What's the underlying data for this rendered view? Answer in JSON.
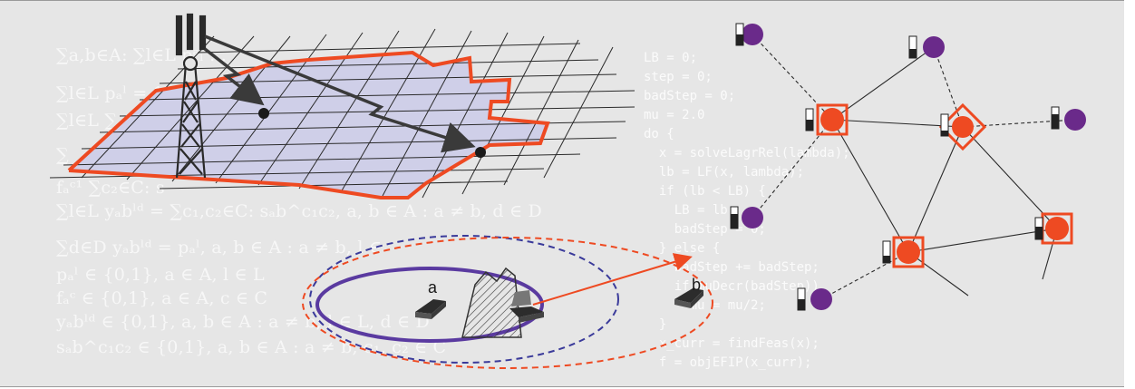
{
  "formulas": [
    "∑a,b∈A: ∑l∈L pᵃₗ ... ",
    "∑l∈L pₐˡ = 1,",
    "∑l∈L ∑ a∈",
    "∑",
    "fₐᶜ¹ ∑c₂∈C: s",
    "∑l∈L yₐbˡᵈ = ∑c₁,c₂∈C: sₐb^c₁c₂,   a, b ∈ A : a ≠ b, d ∈ D",
    "∑d∈D yₐbˡᵈ = pₐˡ,   a, b ∈ A : a ≠ b, l ∈",
    "pₐˡ ∈ {0,1},   a ∈ A, l ∈ L",
    "fₐᶜ ∈ {0,1},   a ∈ A, c ∈ C",
    "yₐbˡᵈ ∈ {0,1},   a, b ∈ A : a ≠ b, l ∈ L, d ∈ D",
    "sₐb^c₁c₂ ∈ {0,1},   a, b ∈ A : a ≠ b, c₁, c₂ ∈ C"
  ],
  "code": [
    "LB = 0;",
    "step = 0;",
    "badStep = 0;",
    "mu = 2.0",
    "do {",
    "  x = solveLagrRel(lambda);",
    "  lb = LF(x, lambda);",
    "  if (lb < LB) {",
    "    LB = lb;",
    "    badStep = 0;",
    "  } else {",
    "    badStep += badStep;",
    "    if(muDecr(badStep))",
    "      mu = mu/2;",
    "  }",
    "  x_curr = findFeas(x);",
    "  f = objEFIP(x_curr);"
  ],
  "devices": {
    "a": "a",
    "b": "b"
  },
  "colors": {
    "background": "#e6e6e6",
    "grid_fill": "#cfcfe8",
    "orange": "#ee4a22",
    "purple": "#6a2a8a",
    "navy": "#3a3a9a"
  },
  "icons": [
    "antenna-tower-icon",
    "laptop-icon",
    "router-square-icon",
    "router-diamond-icon",
    "node-circle-icon",
    "battery-icon"
  ]
}
